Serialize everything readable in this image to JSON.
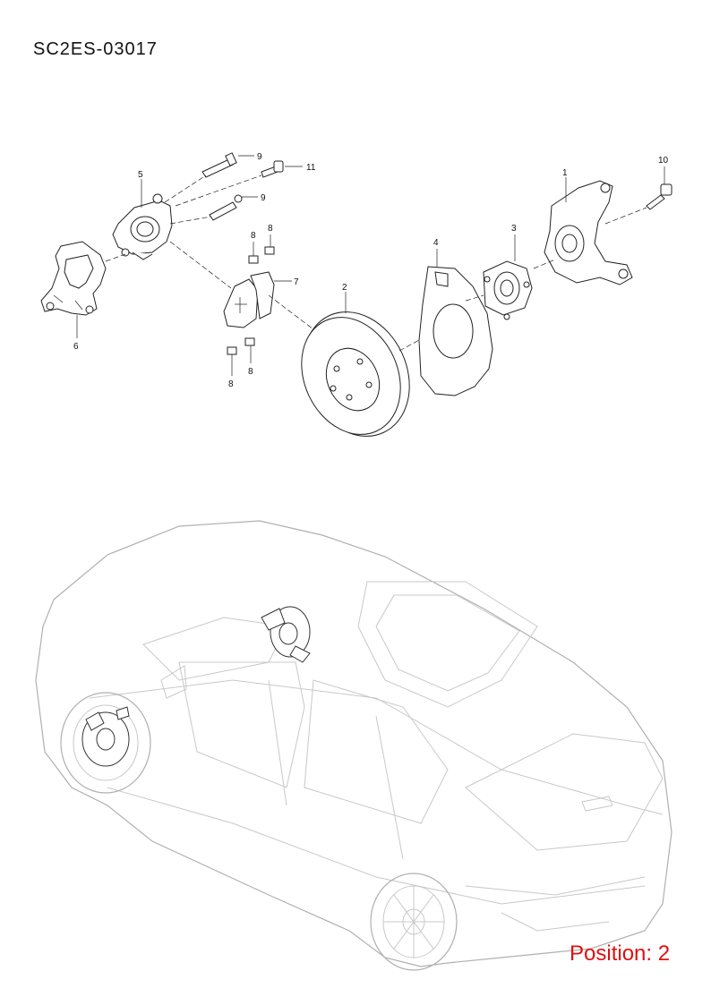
{
  "document": {
    "code": "SC2ES-03017",
    "position_label": "Position: 2"
  },
  "callouts": [
    {
      "id": "part-1",
      "label": "1"
    },
    {
      "id": "part-2",
      "label": "2"
    },
    {
      "id": "part-3",
      "label": "3"
    },
    {
      "id": "part-4",
      "label": "4"
    },
    {
      "id": "part-5",
      "label": "5"
    },
    {
      "id": "part-6",
      "label": "6"
    },
    {
      "id": "part-7",
      "label": "7"
    },
    {
      "id": "part-8a",
      "label": "8"
    },
    {
      "id": "part-8b",
      "label": "8"
    },
    {
      "id": "part-8c",
      "label": "8"
    },
    {
      "id": "part-8d",
      "label": "8"
    },
    {
      "id": "part-9a",
      "label": "9"
    },
    {
      "id": "part-9b",
      "label": "9"
    },
    {
      "id": "part-10",
      "label": "10"
    },
    {
      "id": "part-11",
      "label": "11"
    }
  ],
  "colors": {
    "ink": "#222222",
    "position_text": "#e01010",
    "vehicle_outline": "#c8c8c8"
  }
}
